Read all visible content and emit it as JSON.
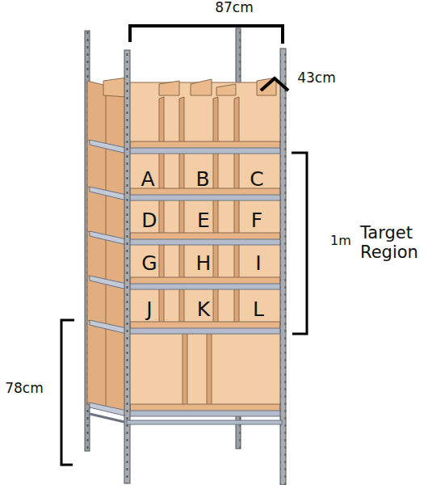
{
  "diagram": {
    "labels": [
      "87cm",
      "43cm",
      "A",
      "B",
      "C",
      "D",
      "E",
      "F",
      "G",
      "H",
      "I",
      "J",
      "K",
      "L",
      "1m",
      "Target Region",
      "78cm"
    ]
  }
}
